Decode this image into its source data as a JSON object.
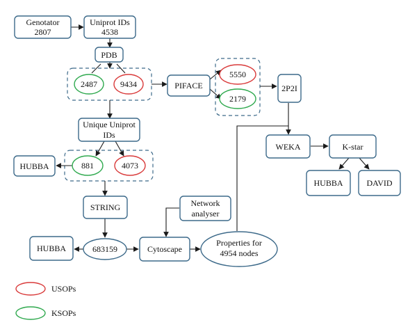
{
  "nodes": {
    "genotator": [
      "Genotator",
      "2807"
    ],
    "uniprot": [
      "Uniprot IDs",
      "4538"
    ],
    "pdb": [
      "PDB"
    ],
    "n2487": [
      "2487"
    ],
    "n9434": [
      "9434"
    ],
    "piface": [
      "PIFACE"
    ],
    "n5550": [
      "5550"
    ],
    "n2179": [
      "2179"
    ],
    "p2i": [
      "2P2I"
    ],
    "unique": [
      "Unique Uniprot",
      "IDs"
    ],
    "hubba_left": [
      "HUBBA"
    ],
    "n881": [
      "881"
    ],
    "n4073": [
      "4073"
    ],
    "weka": [
      "WEKA"
    ],
    "kstar": [
      "K-star"
    ],
    "hubba_right": [
      "HUBBA"
    ],
    "david": [
      "DAVID"
    ],
    "string": [
      "STRING"
    ],
    "network": [
      "Network",
      "analyser"
    ],
    "hubba_bottom": [
      "HUBBA"
    ],
    "n683159": [
      "683159"
    ],
    "cytoscape": [
      "Cytoscape"
    ],
    "properties": [
      "Properties for",
      "4954 nodes"
    ]
  },
  "legend": [
    {
      "label": "USOPs",
      "color": "#d93a3a"
    },
    {
      "label": "KSOPs",
      "color": "#2fa94e"
    }
  ]
}
